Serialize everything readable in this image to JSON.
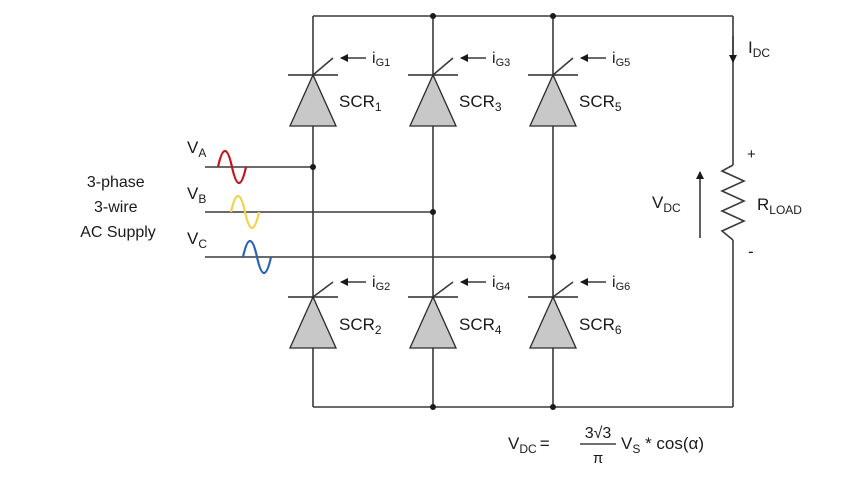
{
  "supply_label": [
    "3-phase",
    "3-wire",
    "AC Supply"
  ],
  "phases": [
    {
      "main": "V",
      "sub": "A",
      "color": "#c0171d"
    },
    {
      "main": "V",
      "sub": "B",
      "color": "#f2d24a"
    },
    {
      "main": "V",
      "sub": "C",
      "color": "#2a63b5"
    }
  ],
  "thyristors_top": [
    {
      "name": "SCR",
      "num": "1",
      "gate_main": "i",
      "gate_sub": "G1"
    },
    {
      "name": "SCR",
      "num": "3",
      "gate_main": "i",
      "gate_sub": "G3"
    },
    {
      "name": "SCR",
      "num": "5",
      "gate_main": "i",
      "gate_sub": "G5"
    }
  ],
  "thyristors_bottom": [
    {
      "name": "SCR",
      "num": "2",
      "gate_main": "i",
      "gate_sub": "G2"
    },
    {
      "name": "SCR",
      "num": "4",
      "gate_main": "i",
      "gate_sub": "G4"
    },
    {
      "name": "SCR",
      "num": "6",
      "gate_main": "i",
      "gate_sub": "G6"
    }
  ],
  "output": {
    "current_main": "I",
    "current_sub": "DC",
    "voltage_main": "V",
    "voltage_sub": "DC",
    "load_main": "R",
    "load_sub": "LOAD",
    "plus": "+",
    "minus": "-"
  },
  "formula": {
    "lhs_main": "V",
    "lhs_sub": "DC",
    "equals": "=",
    "numerator": "3√3",
    "denominator": "π",
    "vs_main": "V",
    "vs_sub": "S",
    "tail": " * cos(α)"
  }
}
